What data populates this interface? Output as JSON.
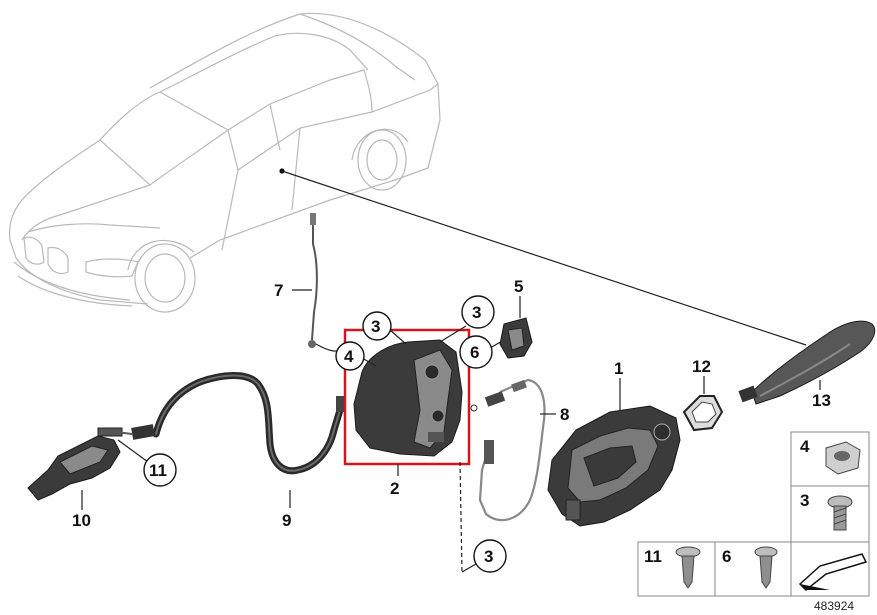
{
  "diagram": {
    "part_labels": {
      "p1": "1",
      "p2": "2",
      "p5": "5",
      "p7": "7",
      "p8": "8",
      "p9": "9",
      "p10": "10",
      "p12": "12",
      "p13": "13"
    },
    "callouts": {
      "c3_top_left": "3",
      "c3_top_right": "3",
      "c3_bottom": "3",
      "c4": "4",
      "c6": "6",
      "c11": "11"
    },
    "legend": {
      "item4": "4",
      "item3": "3",
      "item11": "11",
      "item6": "6"
    },
    "diagram_number": "483924",
    "highlight_color": "#d3151c"
  }
}
